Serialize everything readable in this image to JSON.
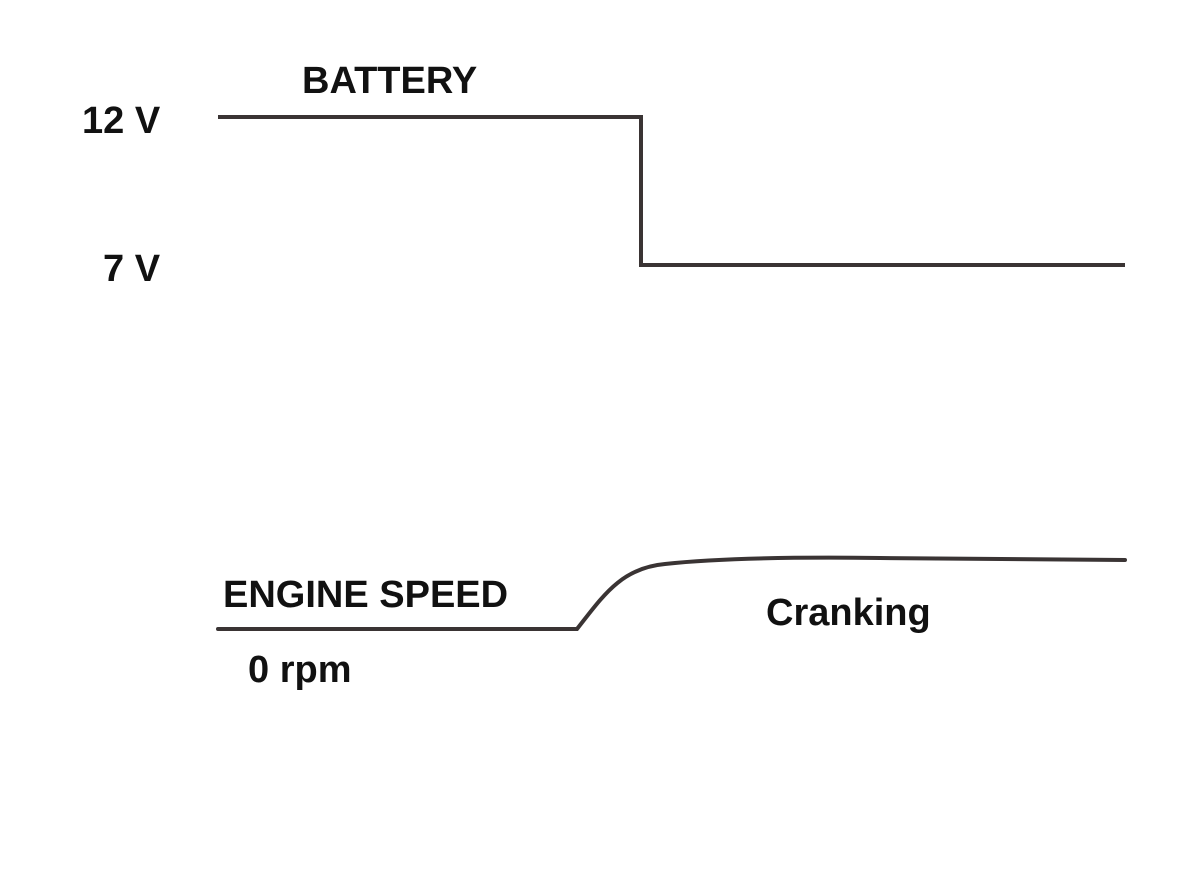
{
  "battery": {
    "title": "BATTERY",
    "high_label": "12 V",
    "low_label": "7 V"
  },
  "engine": {
    "title": "ENGINE SPEED",
    "zero_label": "0 rpm",
    "phase_label": "Cranking"
  },
  "colors": {
    "trace": "#3a3434",
    "text": "#111111",
    "background": "#ffffff"
  }
}
